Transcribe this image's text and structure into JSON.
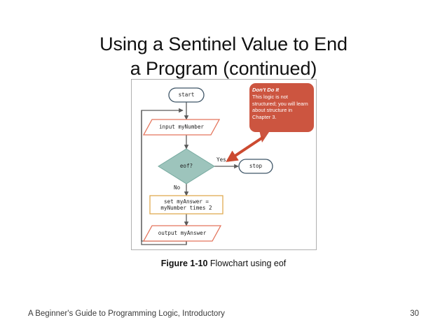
{
  "slide": {
    "title_line1": "Using a Sentinel Value to End",
    "title_line2": "a Program (continued)"
  },
  "figure": {
    "caption_number": "Figure 1-10",
    "caption_text": "Flowchart using eof",
    "callout": {
      "title": "Don't Do It",
      "body": "This logic is not structured; you will learn about structure in Chapter 3."
    },
    "nodes": {
      "start": "start",
      "input": "input myNumber",
      "decision": "eof?",
      "stop": "stop",
      "process_line1": "set myAnswer =",
      "process_line2": "myNumber times 2",
      "output": "output myAnswer"
    },
    "branches": {
      "yes": "Yes",
      "no": "No"
    },
    "colors": {
      "callout_fill": "#cc5540",
      "decision_fill": "#9dc4bc",
      "decision_stroke": "#5f9a90",
      "io_stroke": "#e4755c",
      "process_stroke": "#e0ab52",
      "terminator_stroke": "#3f5668",
      "connector": "#5a5a5a",
      "frame_border": "#b0b0b0",
      "arrow_red": "#cc4a30"
    }
  },
  "footer": {
    "source": "A Beginner's Guide to Programming Logic, Introductory",
    "page_number": "30"
  }
}
